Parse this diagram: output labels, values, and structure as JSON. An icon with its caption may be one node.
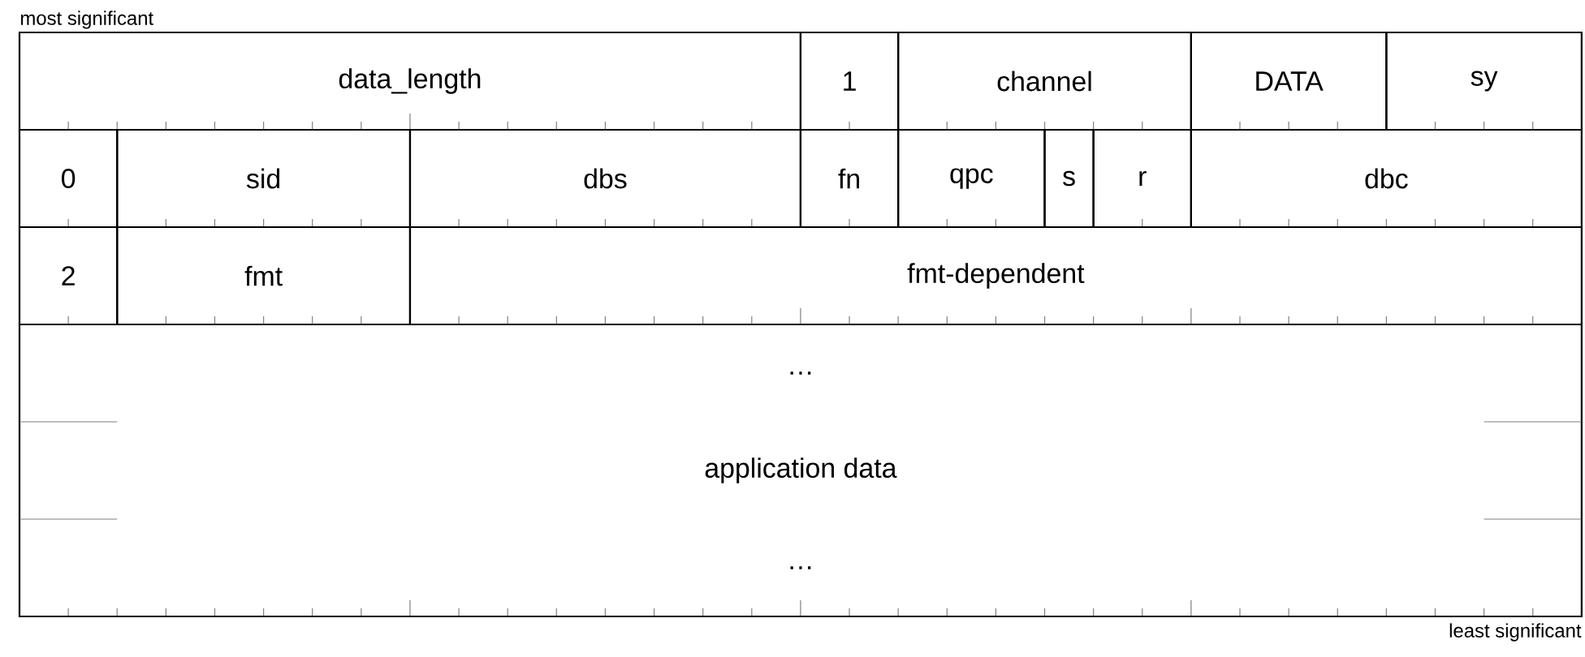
{
  "diagram": {
    "nodes": [
      {
        "text": [
          "data_length"
        ]
      },
      {
        "text": [
          "1"
        ]
      },
      {
        "text": [
          "channel"
        ]
      },
      {
        "text": [
          "DATA"
        ]
      },
      {
        "text": [
          "sy"
        ]
      },
      {
        "text": [
          "0"
        ]
      },
      {
        "text": [
          "sid"
        ]
      },
      {
        "text": [
          "dbs"
        ]
      },
      {
        "text": [
          "fn"
        ]
      },
      {
        "text": [
          "qpc"
        ]
      },
      {
        "text": [
          "s"
        ]
      },
      {
        "text": [
          "r"
        ]
      },
      {
        "text": [
          "dbc"
        ]
      },
      {
        "text": [
          "2"
        ]
      },
      {
        "text": [
          "fmt"
        ]
      },
      {
        "text": [
          "fmt-dependent"
        ]
      },
      {
        "text": [
          "…",
          "application data",
          "…"
        ]
      }
    ],
    "labels": [
      "most significant",
      "least significant"
    ]
  }
}
